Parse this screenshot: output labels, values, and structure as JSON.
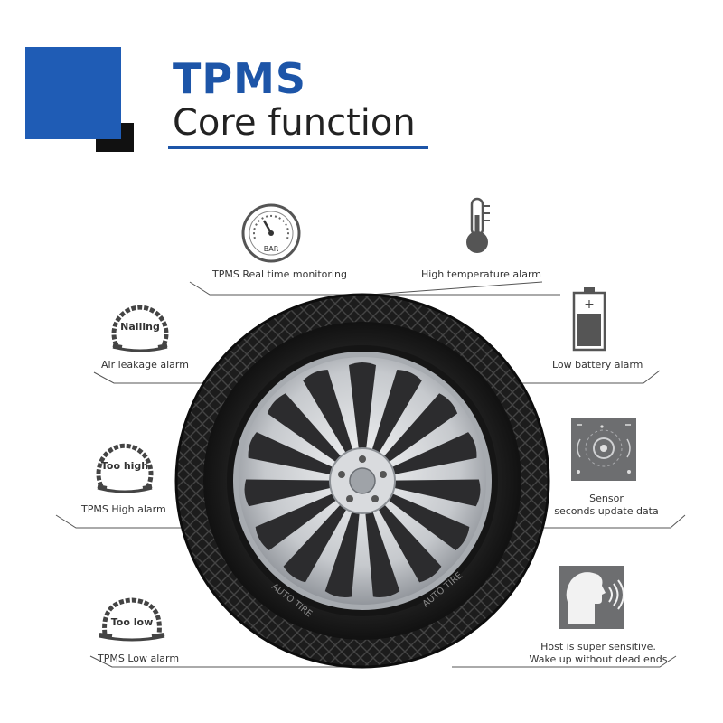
{
  "header": {
    "title_line1": "TPMS",
    "title_line2": "Core function"
  },
  "features": {
    "realtime": {
      "label": "TPMS Real time monitoring",
      "icon": "pressure-gauge-icon",
      "gauge_text": "BAR"
    },
    "high_temp": {
      "label": "High temperature alarm",
      "icon": "thermometer-icon"
    },
    "air_leak": {
      "label": "Air leakage alarm",
      "icon": "tire-nailing-icon",
      "tire_text": "Nailing"
    },
    "low_battery": {
      "label": "Low battery alarm",
      "icon": "battery-icon"
    },
    "high_alarm": {
      "label": "TPMS High alarm",
      "icon": "tire-too-high-icon",
      "tire_text": "Too high"
    },
    "sensor": {
      "label_line1": "Sensor",
      "label_line2": "seconds update data",
      "icon": "sensor-signal-icon"
    },
    "low_alarm": {
      "label": "TPMS Low alarm",
      "icon": "tire-too-low-icon",
      "tire_text": "Too low"
    },
    "sensitive": {
      "label_line1": "Host is super sensitive.",
      "label_line2": "Wake up without dead ends",
      "icon": "voice-wake-icon"
    }
  },
  "tire": {
    "sidewall_text": "AUTO TIRE",
    "colors": {
      "tire": "#1b1b1b",
      "rim": "#c9ccd0",
      "accent": "#1d55a8"
    }
  }
}
